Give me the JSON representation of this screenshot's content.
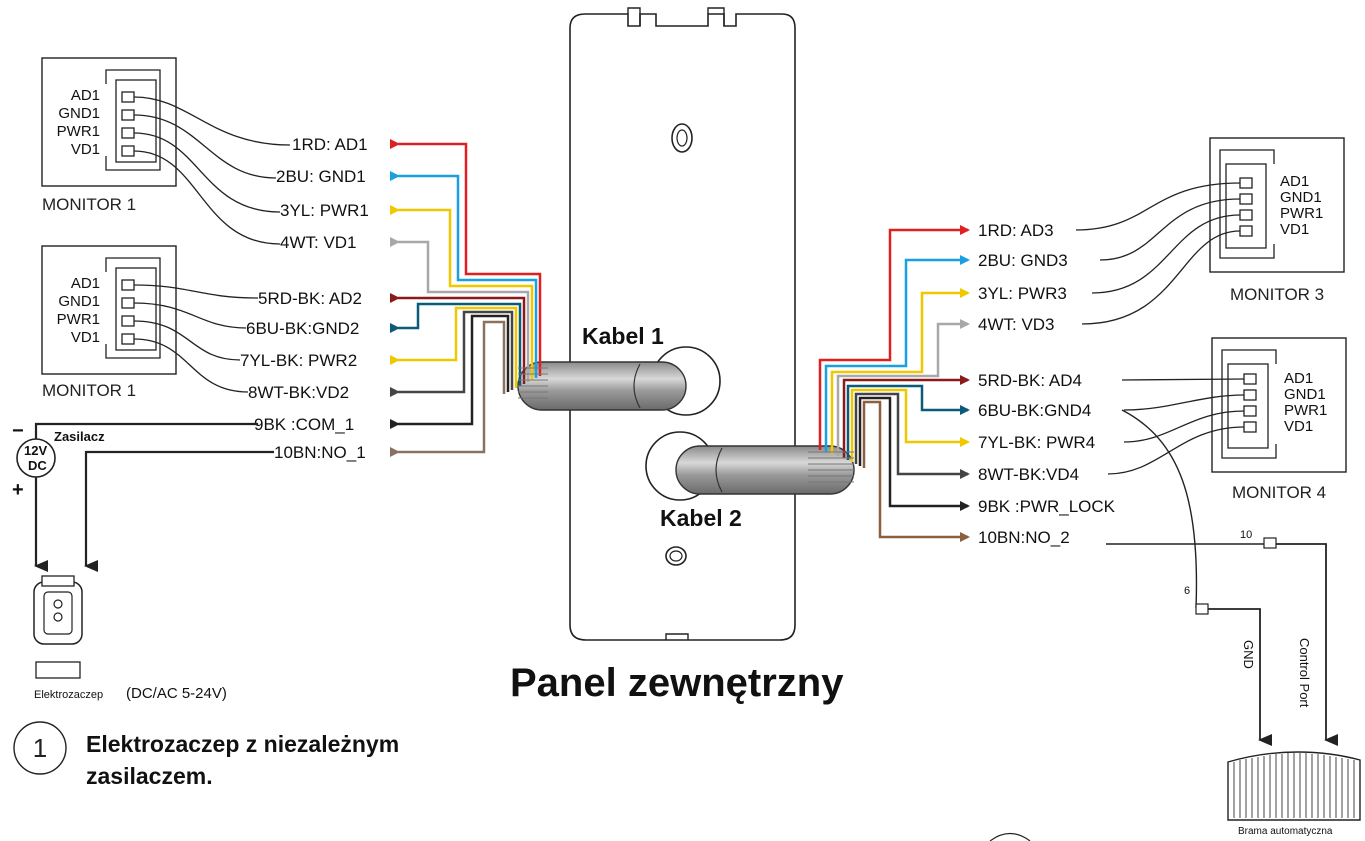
{
  "panel": {
    "title": "Panel zewnętrzny",
    "cable1": "Kabel 1",
    "cable2": "Kabel 2"
  },
  "monitor_pins": [
    "AD1",
    "GND1",
    "PWR1",
    "VD1"
  ],
  "monitors": {
    "m1_top": "MONITOR 1",
    "m1_bottom": "MONITOR 1",
    "m3": "MONITOR 3",
    "m4": "MONITOR 4"
  },
  "cable1_wires": [
    {
      "label": "1RD: AD1",
      "color": "#e02020"
    },
    {
      "label": "2BU: GND1",
      "color": "#1aa0e0"
    },
    {
      "label": "3YL: PWR1",
      "color": "#f0c800"
    },
    {
      "label": "4WT: VD1",
      "color": "#a8a8a8"
    },
    {
      "label": "5RD-BK: AD2",
      "color": "#8b1a1a"
    },
    {
      "label": "6BU-BK:GND2",
      "color": "#0b5a7a"
    },
    {
      "label": "7YL-BK: PWR2",
      "color": "#f0c800"
    },
    {
      "label": "8WT-BK:VD2",
      "color": "#444444"
    },
    {
      "label": "9BK :COM_1",
      "color": "#222222"
    },
    {
      "label": "10BN:NO_1",
      "color": "#8b7260"
    }
  ],
  "cable2_wires": [
    {
      "label": "1RD: AD3",
      "color": "#e02020"
    },
    {
      "label": "2BU: GND3",
      "color": "#1aa0e0"
    },
    {
      "label": "3YL: PWR3",
      "color": "#f0c800"
    },
    {
      "label": "4WT: VD3",
      "color": "#a8a8a8"
    },
    {
      "label": "5RD-BK: AD4",
      "color": "#8b1a1a"
    },
    {
      "label": "6BU-BK:GND4",
      "color": "#0b5a7a"
    },
    {
      "label": "7YL-BK: PWR4",
      "color": "#f0c800"
    },
    {
      "label": "8WT-BK:VD4",
      "color": "#444444"
    },
    {
      "label": "9BK :PWR_LOCK",
      "color": "#222222"
    },
    {
      "label": "10BN:NO_2",
      "color": "#8b6040"
    }
  ],
  "power": {
    "label": "Zasilacz",
    "voltage": "12V",
    "type": "DC",
    "minus": "−",
    "plus": "+"
  },
  "lock": {
    "label": "Elektrozaczep",
    "rating": "(DC/AC 5-24V)"
  },
  "gate": {
    "label": "Brama automatyczna",
    "gnd": "GND",
    "control": "Control Port",
    "wire_6": "6",
    "wire_10": "10"
  },
  "note": {
    "number": "1",
    "line1": "Elektrozaczep z niezależnym",
    "line2": "zasilaczem."
  }
}
